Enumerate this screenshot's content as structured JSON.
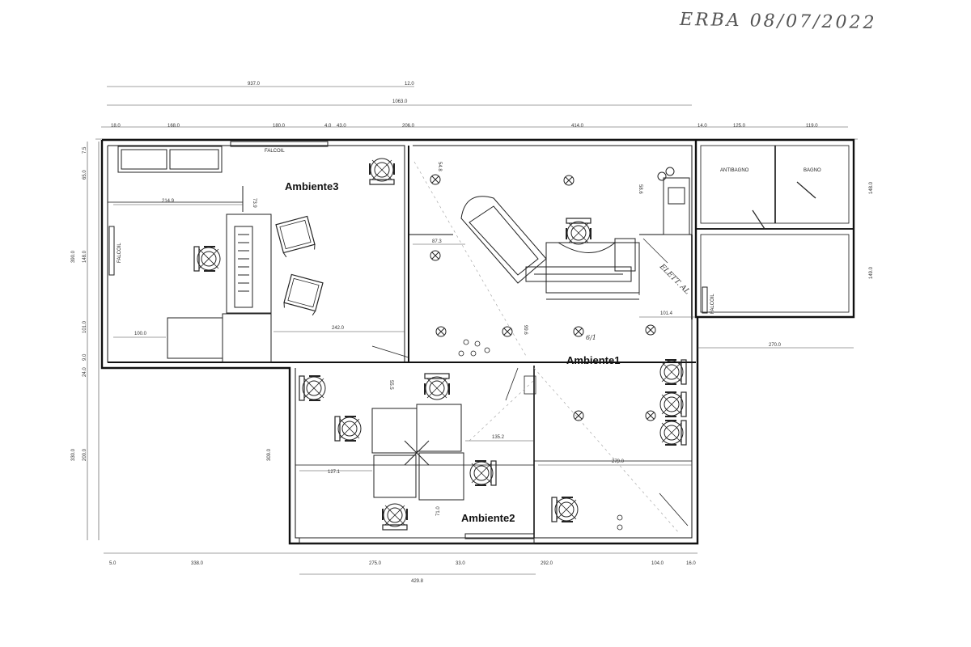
{
  "annotation": {
    "handwritten": "ERBA  08/07/2022"
  },
  "rooms": {
    "ambiente1": "Ambiente1",
    "ambiente2": "Ambiente2",
    "ambiente3": "Ambiente3",
    "antibagno": "ANTIBAGNO",
    "bagno": "BAGNO"
  },
  "labels": {
    "falcoil_top": "FALCOIL",
    "falcoil_left": "FALCOIL",
    "falcoil_right": "FALCOIL",
    "scrawl": "ELETT. AL",
    "mark": "6/1"
  },
  "dimensions": {
    "top": {
      "d937": "937.0",
      "d12": "12.0",
      "d1063": "1063.0",
      "d18": "18.0",
      "d168": "168.0",
      "d180": "180.0",
      "d4": "4.0",
      "d43": "43.0",
      "d206": "206.0",
      "d414": "414.0",
      "d14": "14.0",
      "d125": "125.0",
      "d119": "119.0"
    },
    "left": {
      "d75": "7.5",
      "d650": "65.0",
      "d3900": "390.0",
      "d1010": "101.0",
      "d90": "9.0",
      "d240": "24.0",
      "d3300": "330.0"
    },
    "inner": {
      "d2149": "214.9",
      "d739": "73.9",
      "d1000": "100.0",
      "d2420": "242.0",
      "d873": "87.3",
      "d1014": "101.4",
      "d2700": "270.0",
      "d1480": "148.0",
      "d1490": "149.0",
      "d1352": "135.2",
      "d1271": "127.1",
      "d2790": "279.0",
      "d710": "71.0",
      "d3090": "309.0",
      "d548": "54.8",
      "d996": "99.6",
      "d586": "58.6",
      "d555": "55.5",
      "d2000": "200.0"
    },
    "bottom": {
      "d5": "5.0",
      "d338": "338.0",
      "d275": "275.0",
      "d33": "33.0",
      "d292": "292.0",
      "d104": "104.0",
      "d16": "16.0",
      "d4298": "429.8"
    }
  }
}
